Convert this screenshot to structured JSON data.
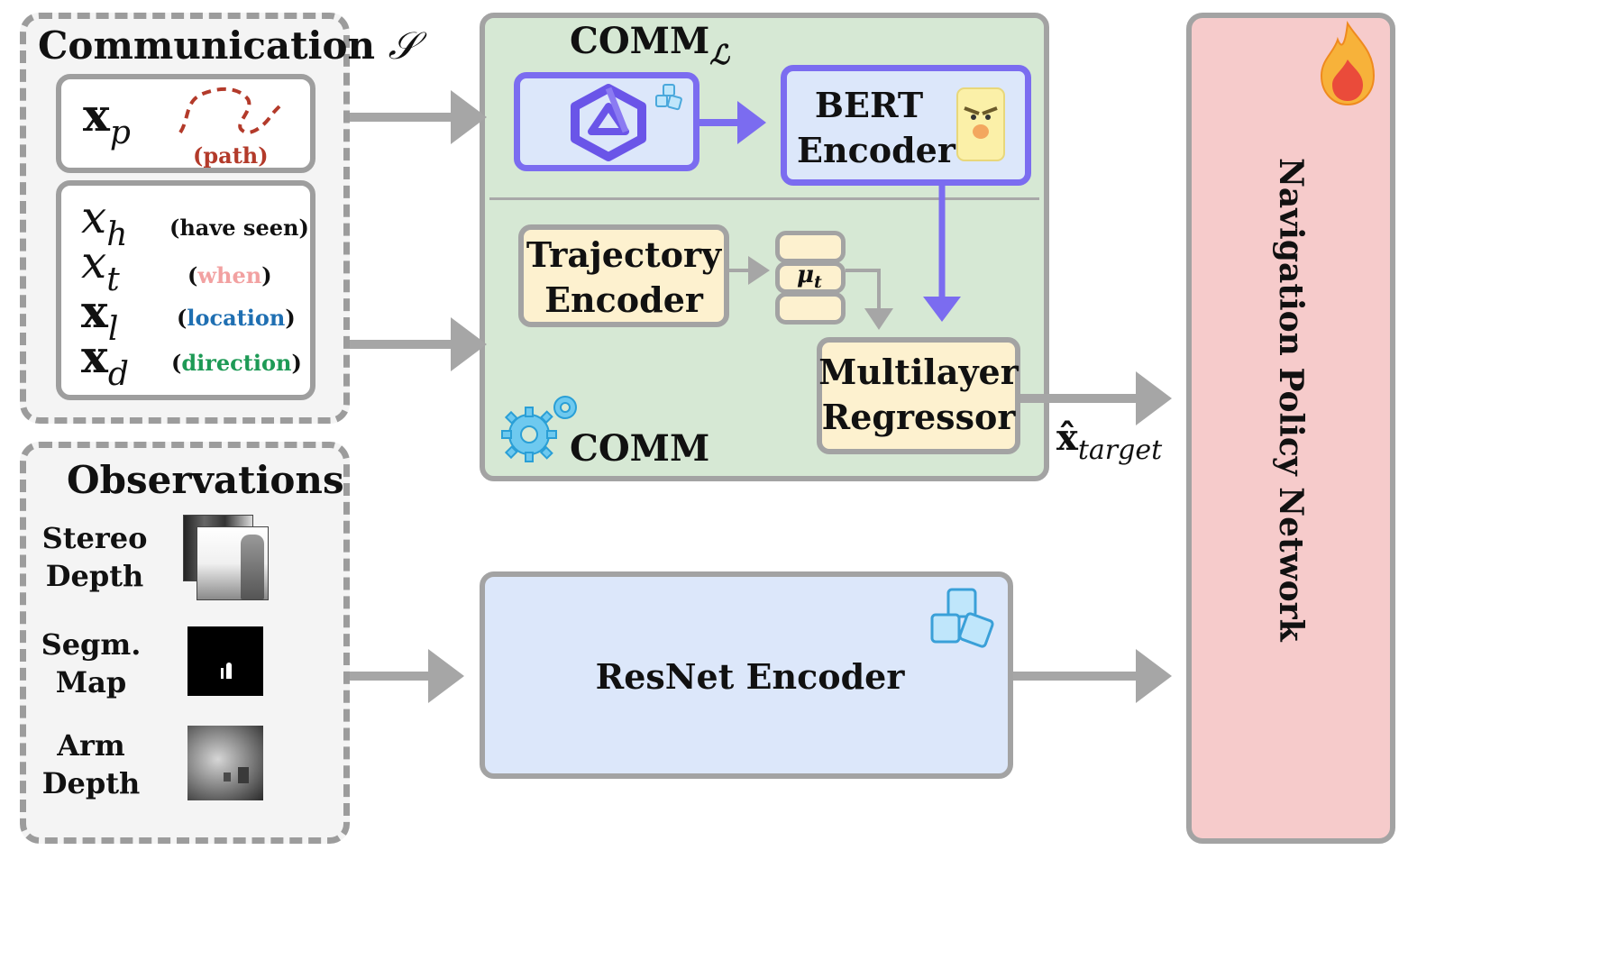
{
  "communication": {
    "title": "Communication",
    "title_symbol": "𝒮",
    "path_symbol": "x",
    "path_sub": "p",
    "path_label": "(path)",
    "items": [
      {
        "symbol": "x",
        "sub": "h",
        "label_open": "(",
        "label": "have seen",
        "label_close": ")",
        "label_color": "#111111",
        "bold_vec": false
      },
      {
        "symbol": "x",
        "sub": "t",
        "label_open": "(",
        "label": "when",
        "label_close": ")",
        "label_color": "#f2a1a1",
        "bold_vec": false
      },
      {
        "symbol": "x",
        "sub": "l",
        "label_open": "(",
        "label": "location",
        "label_close": ")",
        "label_color": "#1f6fb2",
        "bold_vec": true
      },
      {
        "symbol": "x",
        "sub": "d",
        "label_open": "(",
        "label": "direction",
        "label_close": ")",
        "label_color": "#1e9a56",
        "bold_vec": true
      }
    ]
  },
  "observations": {
    "title": "Observations",
    "items": [
      {
        "label_line1": "Stereo",
        "label_line2": "Depth"
      },
      {
        "label_line1": "Segm.",
        "label_line2": "Map"
      },
      {
        "label_line1": "Arm",
        "label_line2": "Depth"
      }
    ]
  },
  "comm_box": {
    "title_main": "COMM",
    "title_sub": "ℒ",
    "bottom_label": "COMM",
    "bert_line1": "BERT",
    "bert_line2": "Encoder",
    "traj_line1": "Trajectory",
    "traj_line2": "Encoder",
    "mu_label": "μ",
    "mu_sub": "t",
    "regressor_line1": "Multilayer",
    "regressor_line2": "Regressor"
  },
  "resnet": {
    "label": "ResNet Encoder"
  },
  "output": {
    "symbol": "x̂",
    "sub": "target"
  },
  "policy": {
    "label": "Navigation Policy Network"
  },
  "colors": {
    "comm_bg": "#d6e8d4",
    "blue_box": "#dce7fa",
    "blue_border": "#7b6cf0",
    "yellow_box": "#fdf1cf",
    "policy_bg": "#f6cbcb",
    "arrow_gray": "#a6a6a6",
    "arrow_purple": "#7b6cf0"
  }
}
